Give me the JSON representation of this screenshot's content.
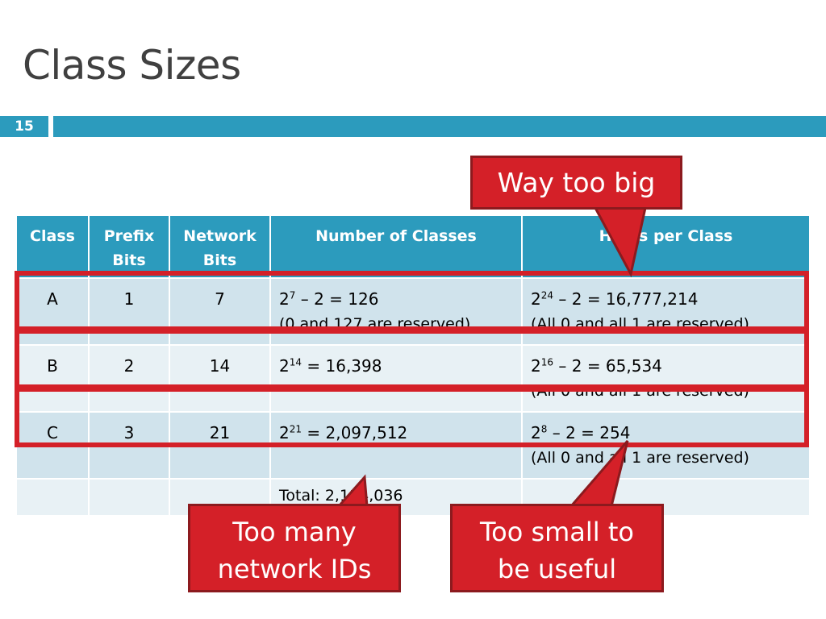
{
  "slide": {
    "title": "Class Sizes",
    "number": "15"
  },
  "table": {
    "headers": [
      "Class",
      "Prefix Bits",
      "Network Bits",
      "Number of Classes",
      "Hosts per Class"
    ],
    "rows": [
      {
        "cls": "A",
        "prefix": "1",
        "network": "7",
        "num_base": "2",
        "num_exp": "7",
        "num_rest": " – 2 = 126",
        "num_note": "(0 and 127 are reserved)",
        "hosts_base": "2",
        "hosts_exp": "24",
        "hosts_rest": " – 2 = 16,777,214",
        "hosts_note": "(All 0 and all 1 are reserved)"
      },
      {
        "cls": "B",
        "prefix": "2",
        "network": "14",
        "num_base": "2",
        "num_exp": "14",
        "num_rest": " = 16,398",
        "num_note": "",
        "hosts_base": "2",
        "hosts_exp": "16",
        "hosts_rest": " – 2 = 65,534",
        "hosts_note": "(All 0 and all 1 are reserved)"
      },
      {
        "cls": "C",
        "prefix": "3",
        "network": "21",
        "num_base": "2",
        "num_exp": "21",
        "num_rest": " = 2,097,512",
        "num_note": "",
        "hosts_base": "2",
        "hosts_exp": "8",
        "hosts_rest": " – 2 = 254",
        "hosts_note": "(All 0 and all 1 are reserved)"
      }
    ],
    "total": "Total: 2,114,036"
  },
  "callouts": {
    "top": "Way too big",
    "left_line1": "Too many",
    "left_line2": "network IDs",
    "right_line1": "Too small to",
    "right_line2": "be useful"
  },
  "colors": {
    "accent": "#2c9bbd",
    "highlight": "#d42028",
    "row_dark": "#d0e3ec",
    "row_light": "#e8f1f5"
  }
}
